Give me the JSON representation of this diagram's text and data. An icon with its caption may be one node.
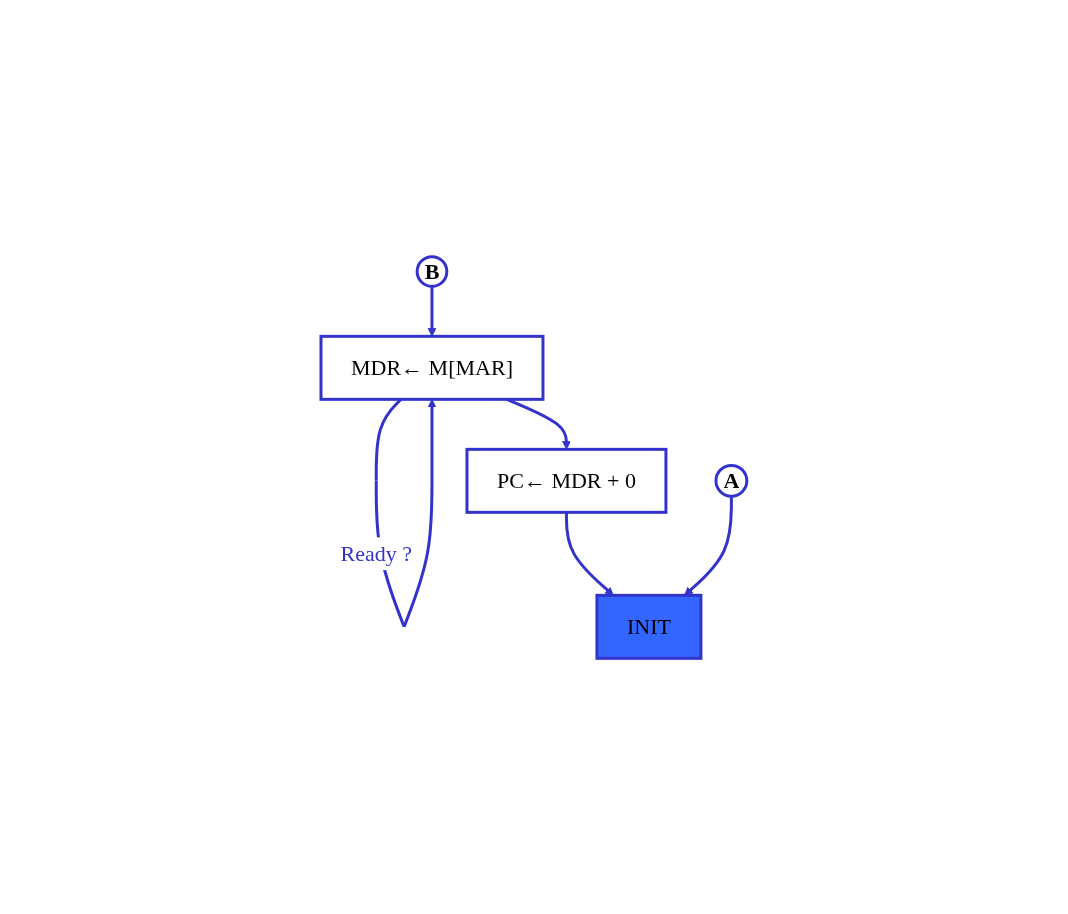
{
  "diagram": {
    "nodes": [
      {
        "text": [
          "A"
        ]
      },
      {
        "text": [
          "B"
        ]
      },
      {
        "text": [
          "MDR← M[MAR]"
        ]
      },
      {
        "text": [
          "PC← MDR + 0"
        ]
      },
      {
        "text": [
          "INIT"
        ]
      }
    ],
    "edges": [
      {
        "from": 1,
        "to": 2,
        "arrow": "to"
      },
      {
        "from": 2,
        "to": 2,
        "arrow": "to",
        "label": "Ready ?"
      },
      {
        "from": 2,
        "to": 3,
        "arrow": "to"
      },
      {
        "from": 3,
        "to": 4,
        "arrow": "to"
      },
      {
        "from": 0,
        "to": 4,
        "arrow": "to"
      }
    ]
  }
}
